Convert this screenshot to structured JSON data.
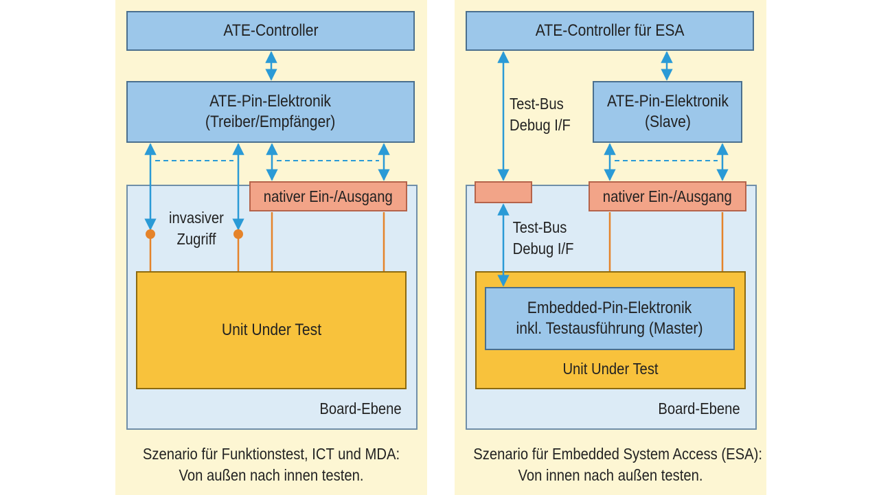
{
  "left": {
    "controller": "ATE-Controller",
    "pin_electronics": "ATE-Pin-Elektronik\n(Treiber/Empfänger)",
    "native_io": "nativer Ein-/Ausgang",
    "invasive_access": "invasiver\nZugriff",
    "uut": "Unit Under Test",
    "board": "Board-Ebene",
    "caption": "Szenario für Funktionstest, ICT und MDA:\nVon außen nach innen testen."
  },
  "right": {
    "controller": "ATE-Controller für ESA",
    "testbus_top": "Test-Bus\nDebug I/F",
    "pin_electronics": "ATE-Pin-Elektronik\n(Slave)",
    "native_io": "nativer Ein-/Ausgang",
    "testbus_bottom": "Test-Bus\nDebug I/F",
    "embedded": "Embedded-Pin-Elektronik\ninkl. Testausführung (Master)",
    "uut": "Unit Under Test",
    "board": "Board-Ebene",
    "caption": "Szenario für Embedded System Access (ESA):\nVon innen nach außen testen."
  },
  "colors": {
    "panel_bg": "#fdf6d3",
    "box_blue": "#9cc7ea",
    "board_bg": "#dcebf6",
    "io_salmon": "#f2a488",
    "uut_yellow": "#f8c23c",
    "arrow_blue": "#2a9ad6",
    "wire_orange": "#e5832a"
  }
}
